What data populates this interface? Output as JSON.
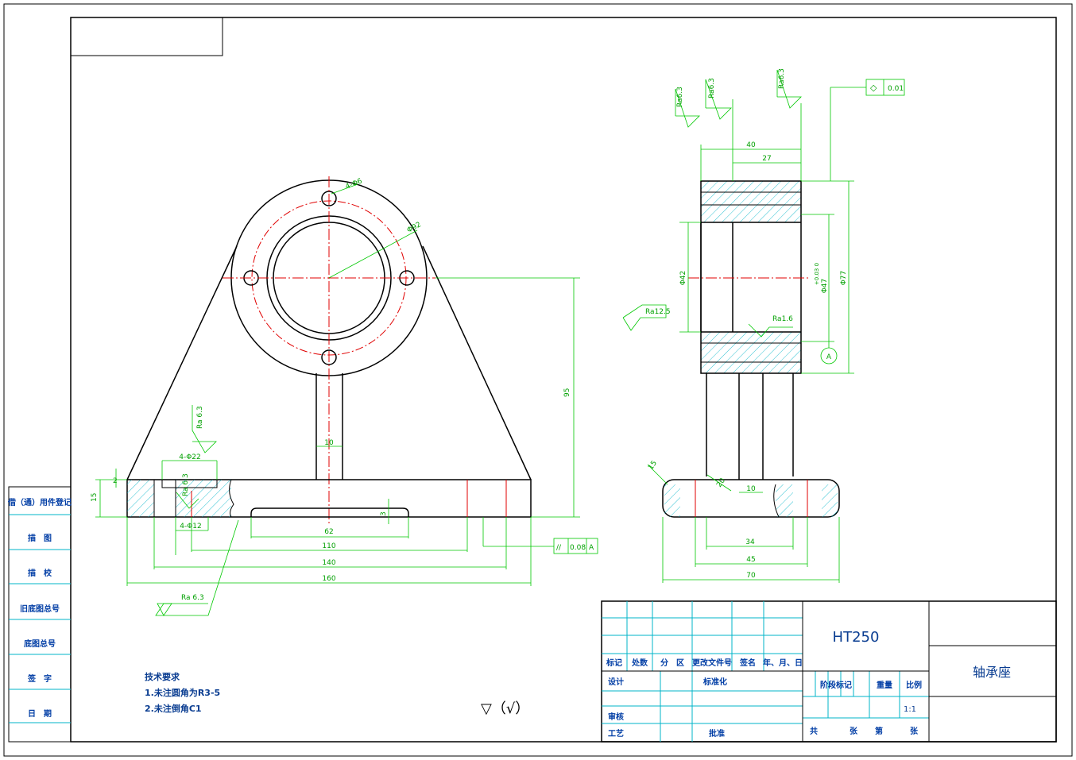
{
  "drawing": {
    "material": "HT250",
    "part_name": "轴承座",
    "scale": "1:1",
    "tech_title": "技术要求",
    "tech_notes": [
      "1.未注圆角为R3-5",
      "2.未注倒角C1"
    ],
    "side_table": [
      "借（通）用件登记",
      "描　图",
      "描　校",
      "旧底图总号",
      "底图总号",
      "签　字",
      "日　期"
    ],
    "title_headers": [
      "标记",
      "处数",
      "分　区",
      "更改文件号",
      "签名",
      "年、月、日"
    ],
    "title_rows": {
      "design": "设计",
      "standard": "标准化",
      "review": "审核",
      "process": "工艺",
      "approve": "批准"
    },
    "title_right": {
      "stage_mark": "阶段标记",
      "weight": "重量",
      "scale_label": "比例",
      "sheet_total": "共",
      "sheet_unit": "张",
      "sheet_no": "第",
      "sheet_unit2": "张"
    },
    "datum_letter": "A",
    "front_dims": {
      "d_hole": "4-Φ6",
      "d_circle": "Φ92",
      "height95": "95",
      "w10": "10",
      "d22": "4-Φ22",
      "d12": "4-Φ12",
      "ra_spot": "Ra 6.3",
      "ra_top": "Ra 6.3",
      "h2": "2",
      "h15": "15",
      "h3": "3",
      "w62": "62",
      "w110": "110",
      "w140": "140",
      "w160": "160",
      "ra_bottom": "Ra 6.3",
      "parallel_tol": "0.08",
      "parallel_sym": "//"
    },
    "side_dims": {
      "ra1": "Ra6.3",
      "ra2": "Ra6.3",
      "ra3": "Ra6.3",
      "w40": "40",
      "w27": "27",
      "d42": "Φ42",
      "d47": "Φ47",
      "d47_tol": "+0.03  0",
      "d77": "Φ77",
      "ra125": "Ra12.5",
      "ra16": "Ra1.6",
      "flat_tol": "0.01",
      "flat_sym": "◇",
      "c15": "15",
      "c20": "20",
      "w10": "10",
      "w34": "34",
      "w45": "45",
      "w70": "70"
    },
    "bottom_symbol": "▽（√）"
  }
}
